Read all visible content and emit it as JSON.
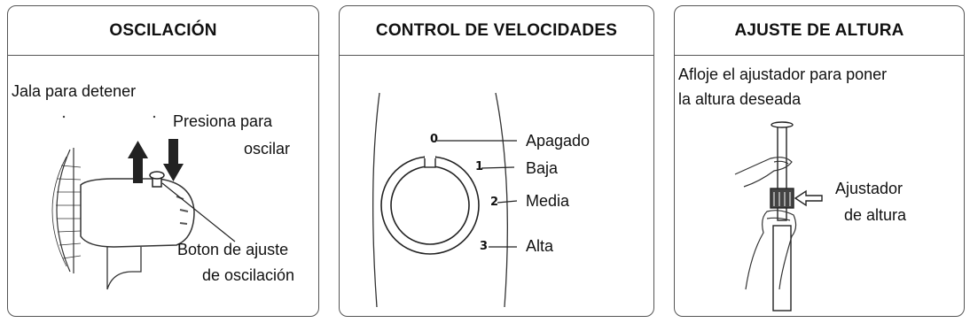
{
  "panels": {
    "oscillation": {
      "title": "OSCILACIÓN",
      "stop_label": "Jala para detener",
      "press_label_line1": "Presiona para",
      "press_label_line2": "oscilar",
      "button_label_line1": "Boton de ajuste",
      "button_label_line2": "de oscilación"
    },
    "speed": {
      "title": "CONTROL DE VELOCIDADES",
      "settings": [
        {
          "number": "0",
          "label": "Apagado"
        },
        {
          "number": "1",
          "label": "Baja"
        },
        {
          "number": "2",
          "label": "Media"
        },
        {
          "number": "3",
          "label": "Alta"
        }
      ]
    },
    "height": {
      "title": "AJUSTE DE ALTURA",
      "instruction_line1": "Afloje el ajustador para poner",
      "instruction_line2": "la altura deseada",
      "adjuster_label_line1": "Ajustador",
      "adjuster_label_line2": "de altura"
    }
  }
}
